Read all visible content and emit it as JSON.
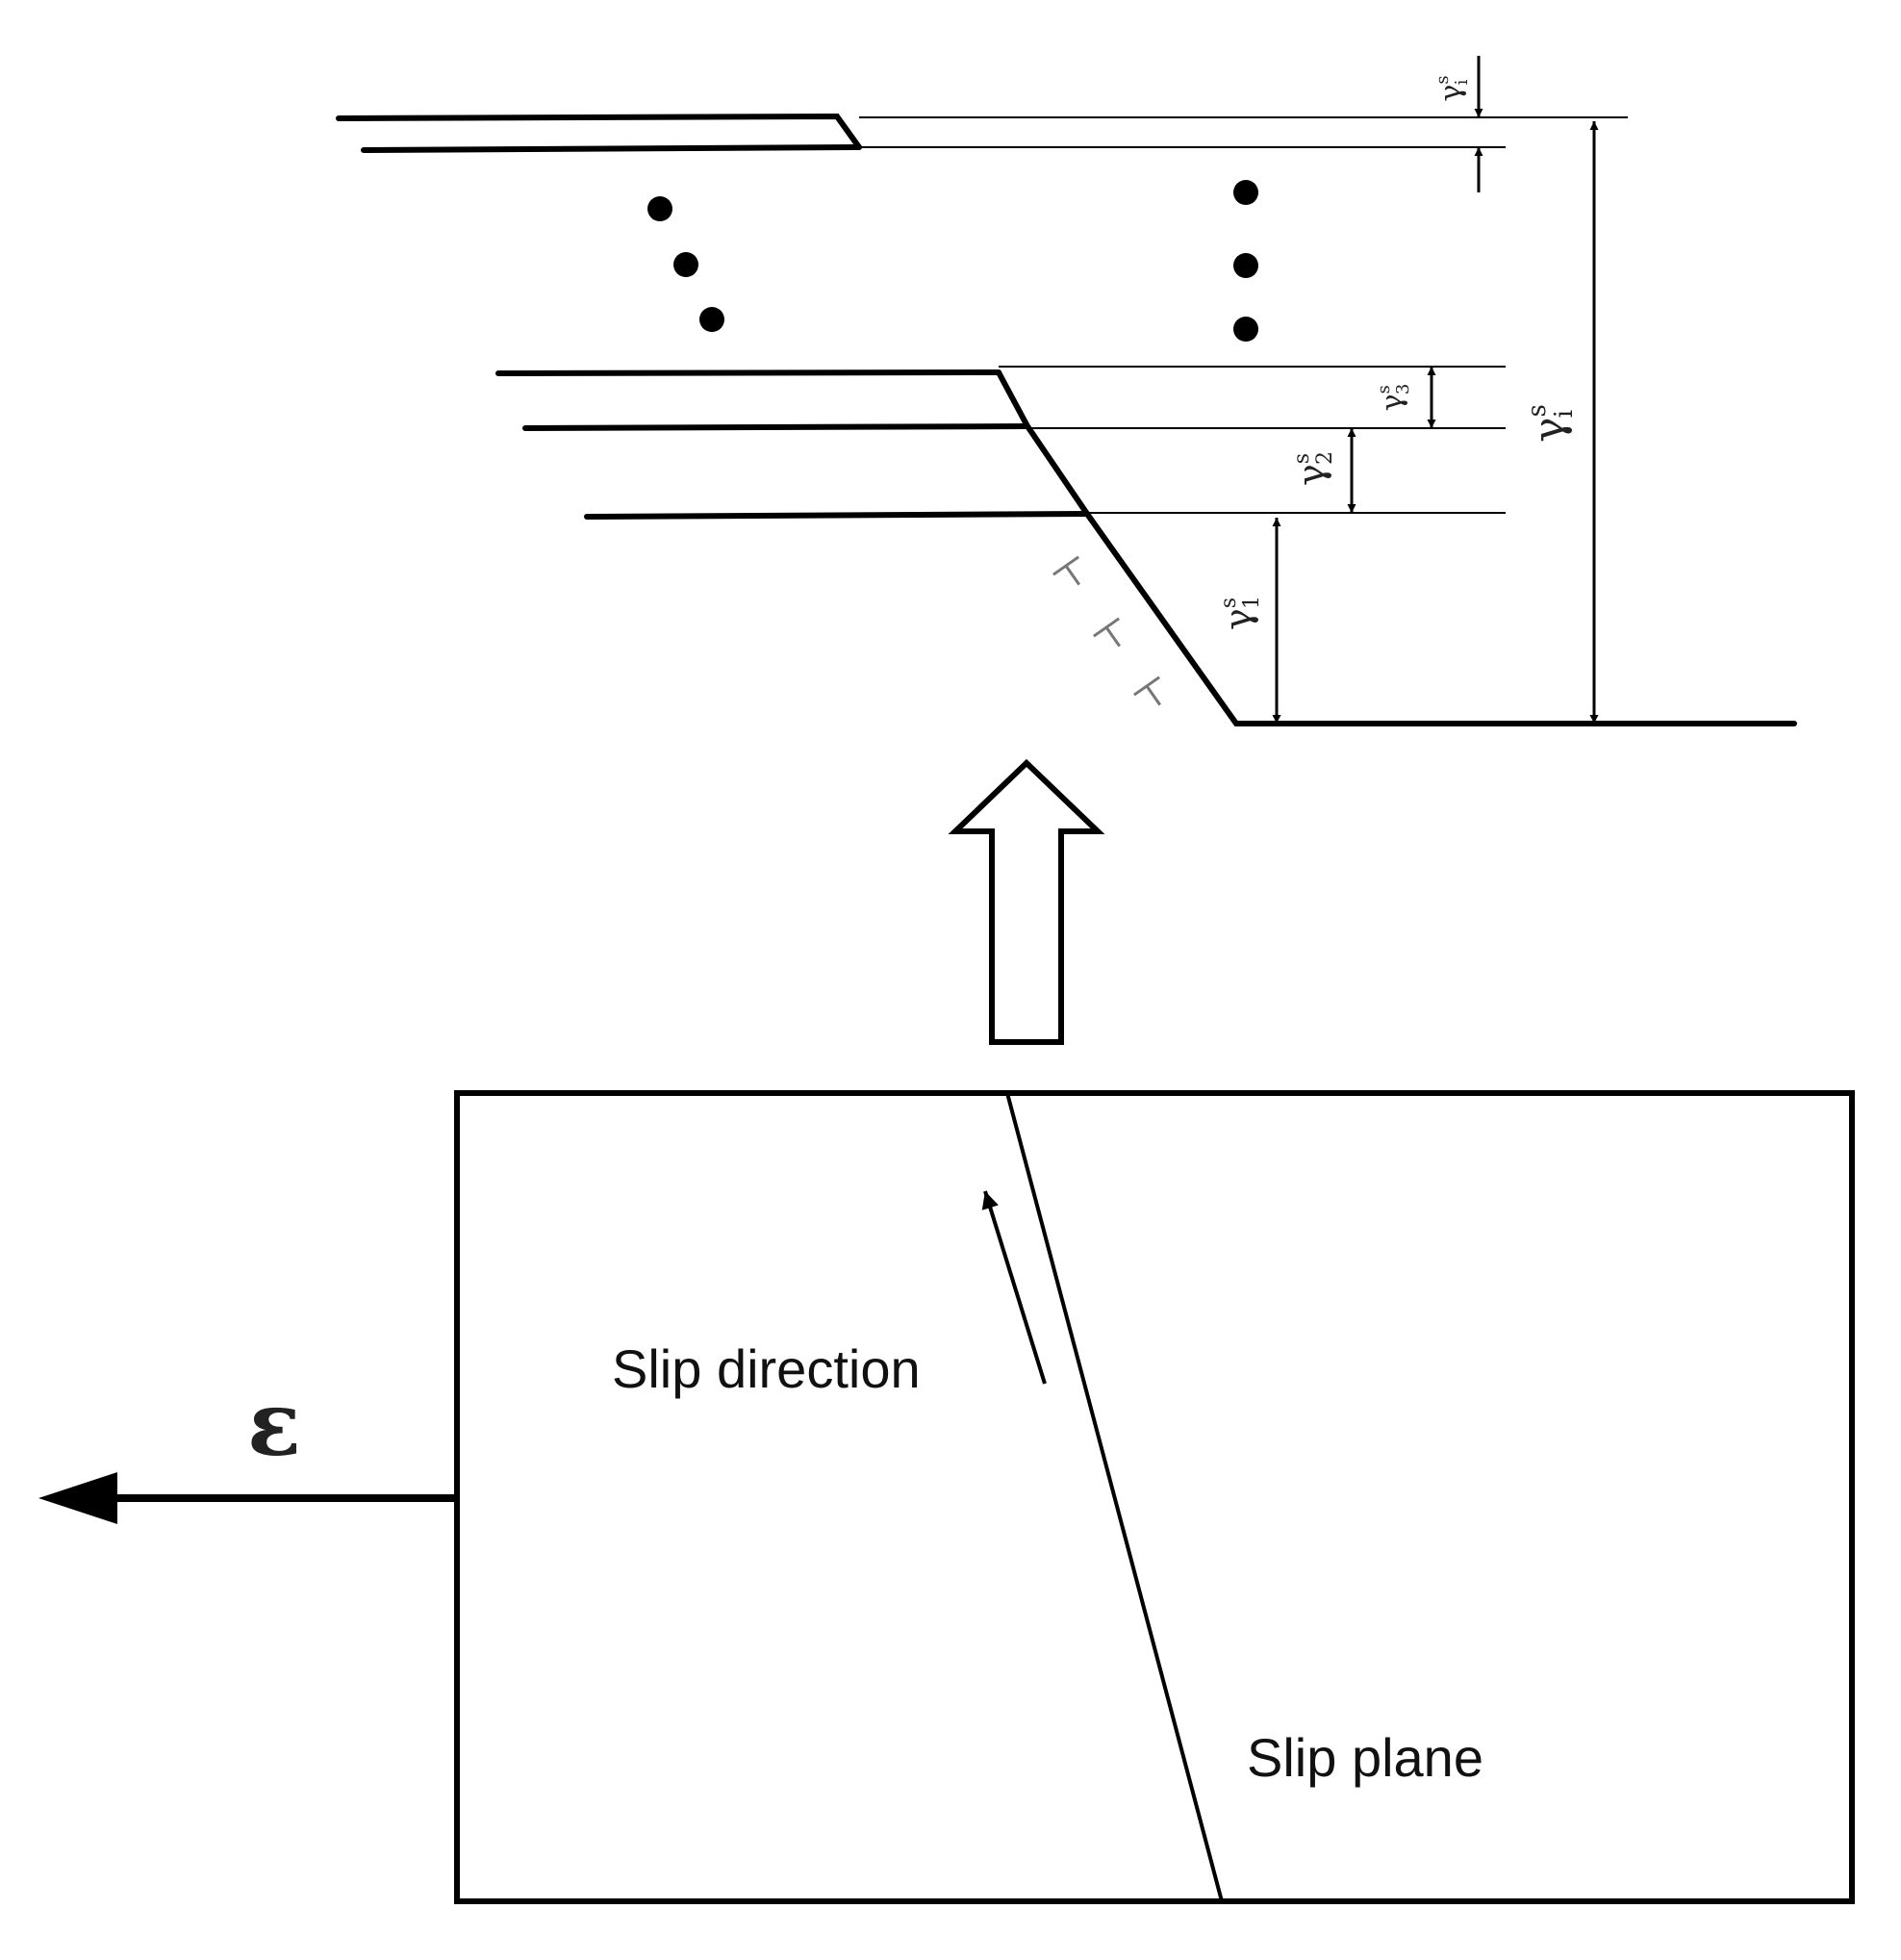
{
  "labels": {
    "slip_direction": "Slip direction",
    "slip_plane": "Slip plane",
    "strain": "ε"
  },
  "symbols": {
    "gamma": "γ",
    "sup": "s",
    "sub_i": "i",
    "sub_1": "1",
    "sub_2": "2",
    "sub_3": "3"
  },
  "icons": {
    "strain_arrow": "arrow-left-icon",
    "zoom_arrow": "hollow-arrow-up-icon",
    "dislocation": "dislocation-symbol-icon"
  }
}
